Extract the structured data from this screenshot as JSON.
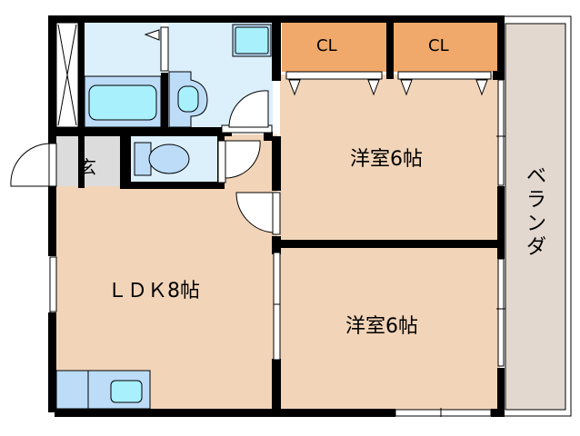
{
  "floorplan": {
    "rooms": {
      "ldk": {
        "label": "ＬＤＫ8帖",
        "color": "#f2d4b8"
      },
      "bedroom_top": {
        "label": "洋室6帖",
        "color": "#f2d4b8"
      },
      "bedroom_bottom": {
        "label": "洋室6帖",
        "color": "#f2d4b8"
      },
      "closet_left": {
        "label": "CL",
        "color": "#f0a96a"
      },
      "closet_right": {
        "label": "CL",
        "color": "#f0a96a"
      },
      "entrance": {
        "label": "玄",
        "color": "#dcdcdc"
      },
      "veranda": {
        "label": "ベランダ",
        "color": "#e2d8d0"
      },
      "bathroom": {
        "color": "#dcf0fc"
      },
      "toilet": {
        "color": "#dcf0fc"
      }
    },
    "colors": {
      "wall": "#000000",
      "fixture": "#bcdcf8",
      "fixture_inner": "#a8f0fc"
    }
  }
}
